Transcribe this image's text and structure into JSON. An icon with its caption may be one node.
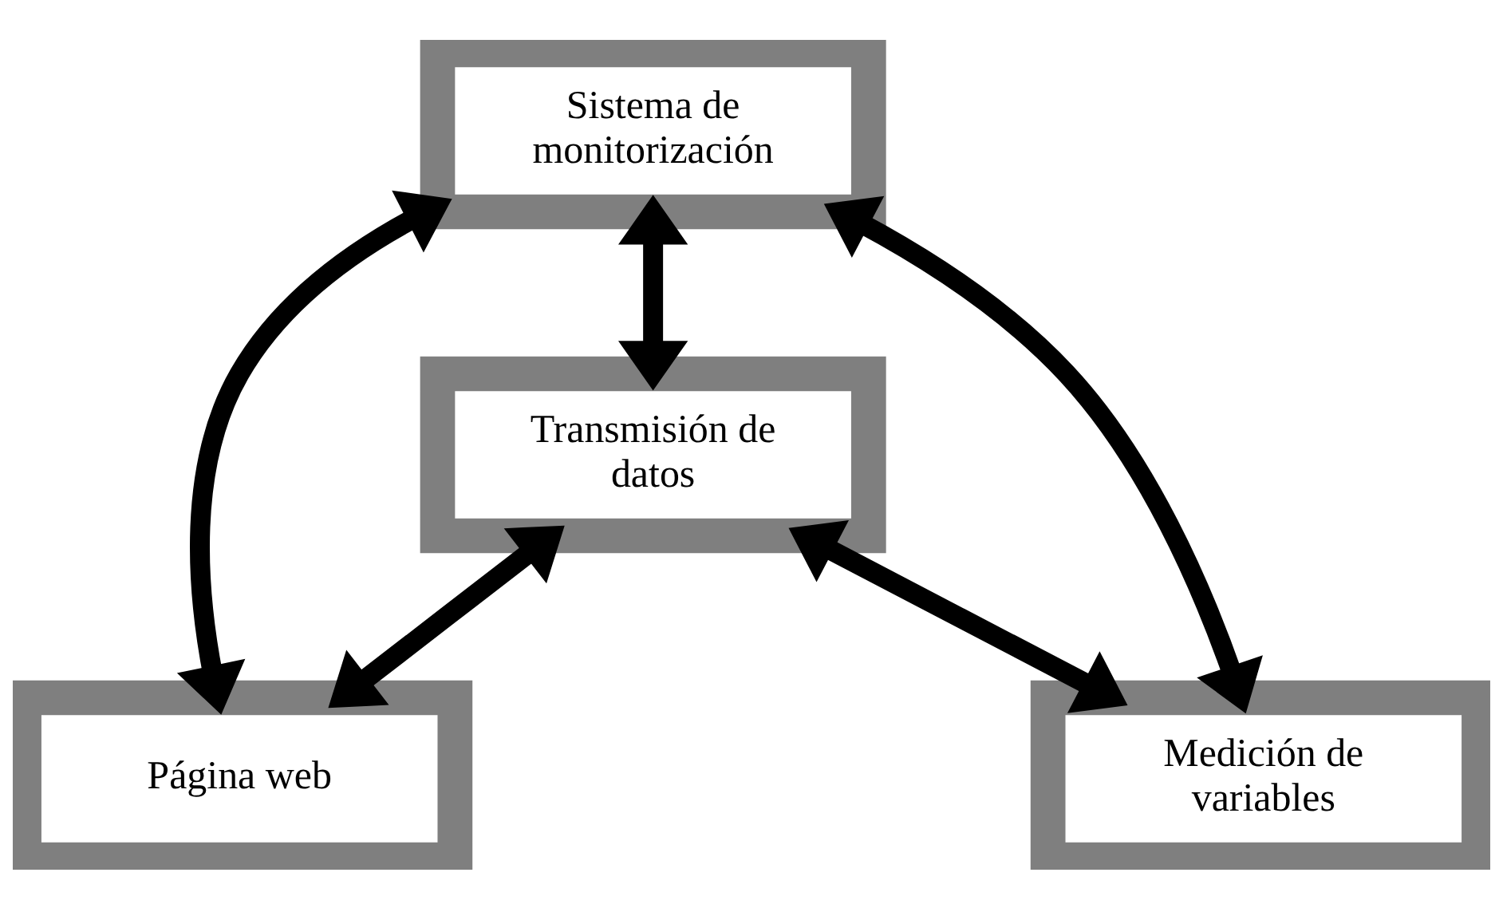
{
  "diagram": {
    "nodes": [
      {
        "text": [
          "Sistema de monitorización"
        ]
      },
      {
        "text": [
          "Medición de variables"
        ]
      },
      {
        "text": [
          "Página web"
        ]
      },
      {
        "text": [
          "Transmisión de datos"
        ]
      }
    ],
    "edges": [
      {
        "from": 1,
        "to": 0,
        "arrow": "both"
      },
      {
        "from": 0,
        "to": 2,
        "arrow": "both"
      },
      {
        "from": 0,
        "to": 3,
        "arrow": "both"
      },
      {
        "from": 3,
        "to": 1,
        "arrow": "both"
      },
      {
        "from": 3,
        "to": 2,
        "arrow": "both"
      }
    ]
  }
}
